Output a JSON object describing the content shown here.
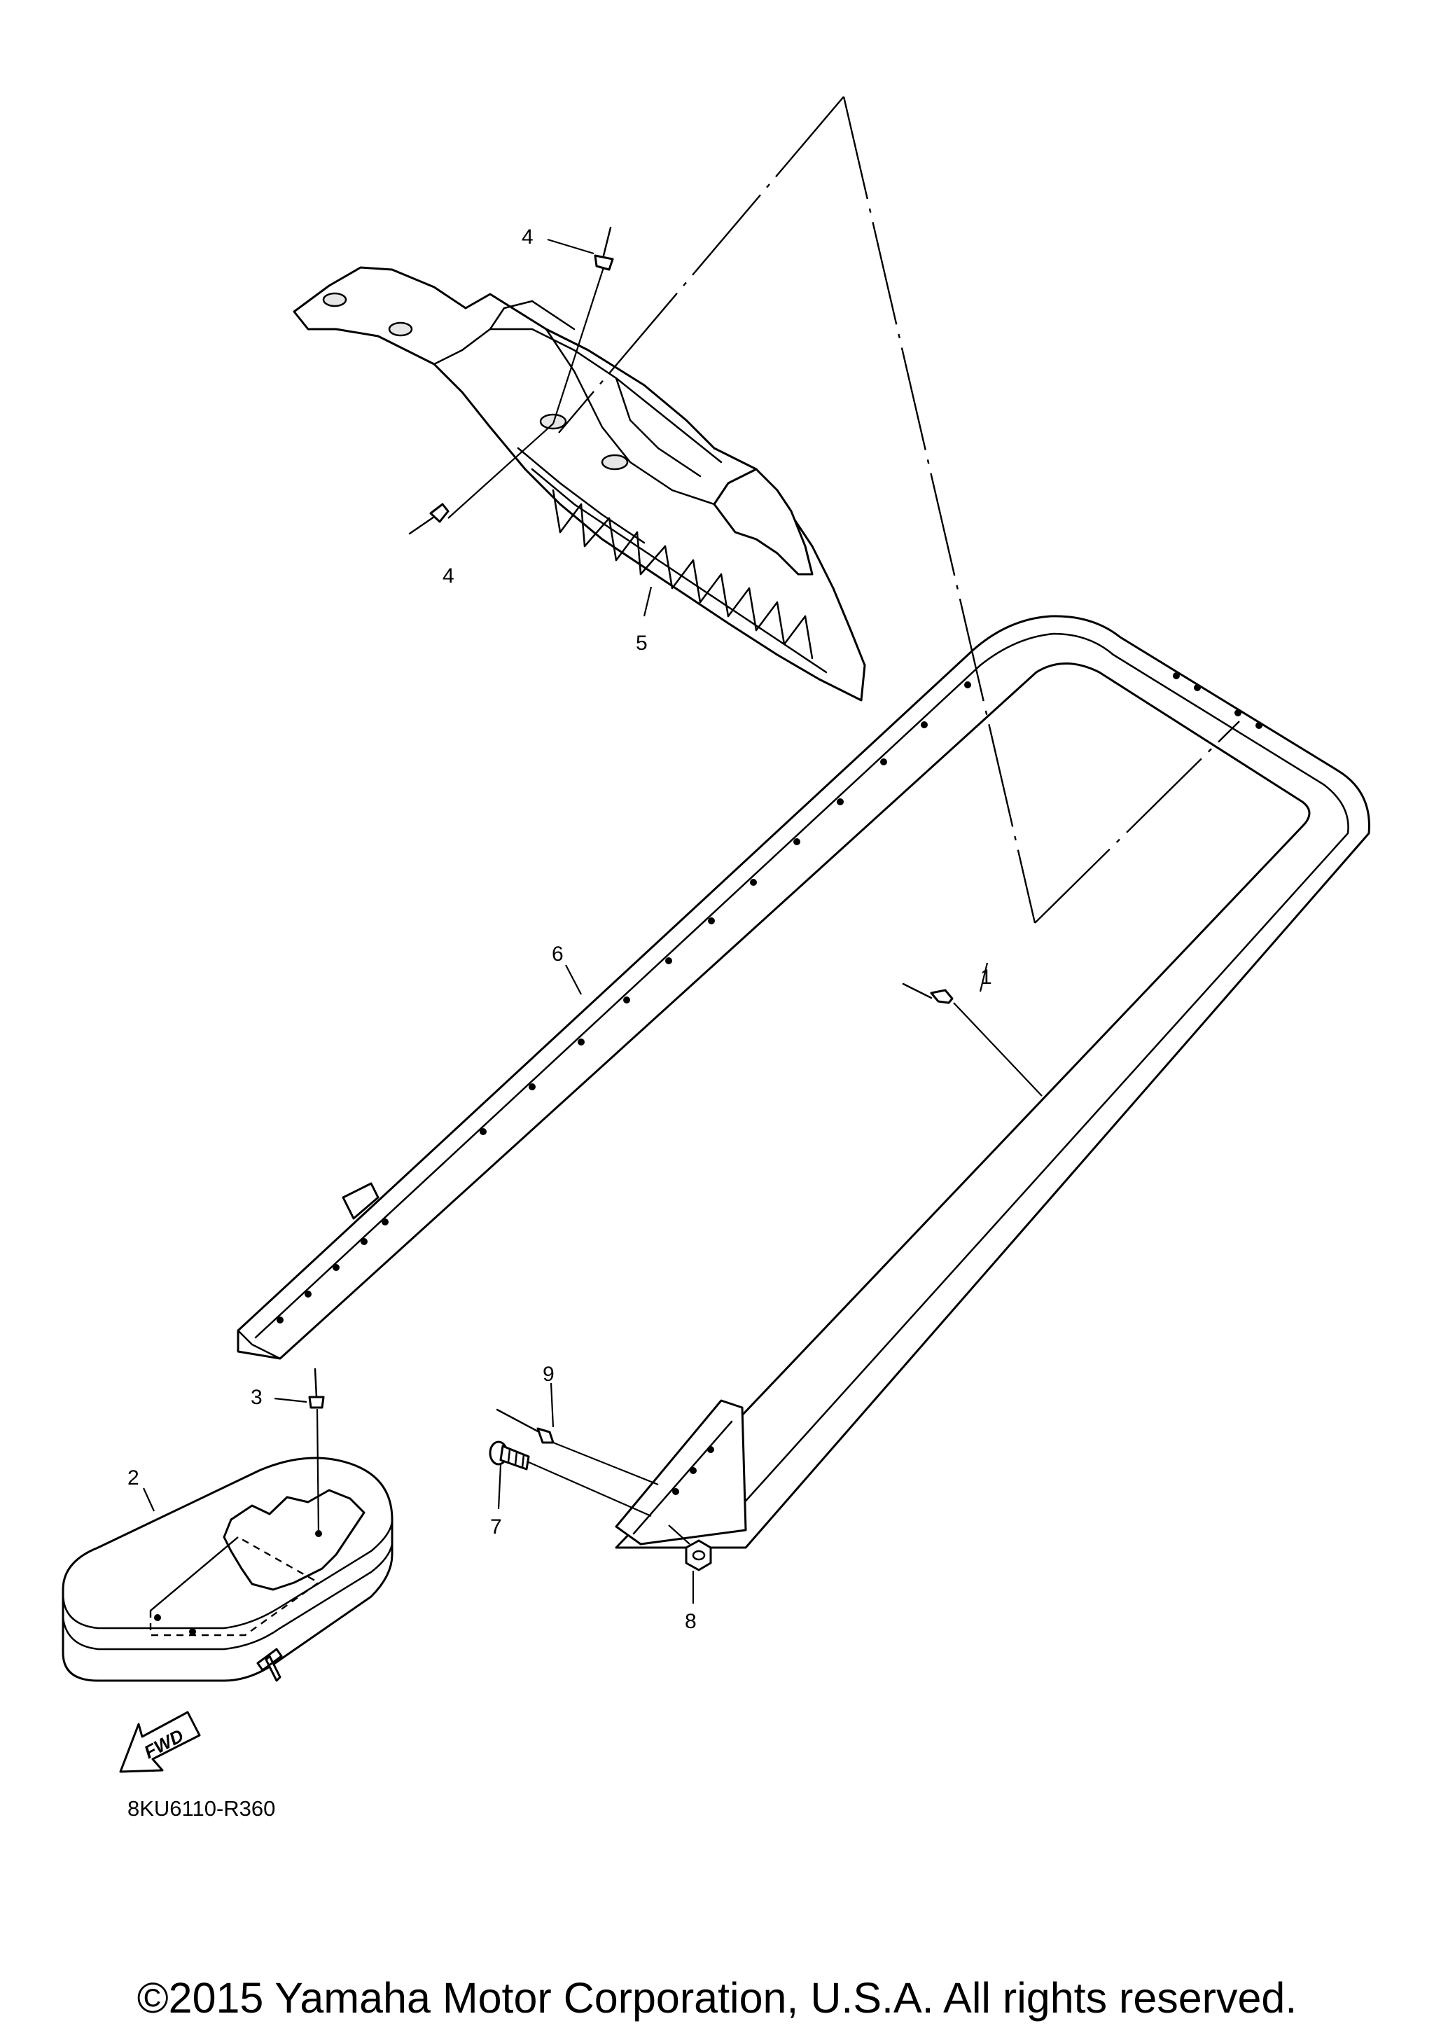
{
  "diagram": {
    "callouts": {
      "c1": "1",
      "c2": "2",
      "c3": "3",
      "c4a": "4",
      "c4b": "4",
      "c5": "5",
      "c6": "6",
      "c7": "7",
      "c8": "8",
      "c9": "9"
    },
    "fwd_label": "FWD",
    "page_ref": "8KU6110-R360"
  },
  "footer": {
    "copyright": "©2015 Yamaha Motor Corporation, U.S.A. All rights reserved."
  }
}
